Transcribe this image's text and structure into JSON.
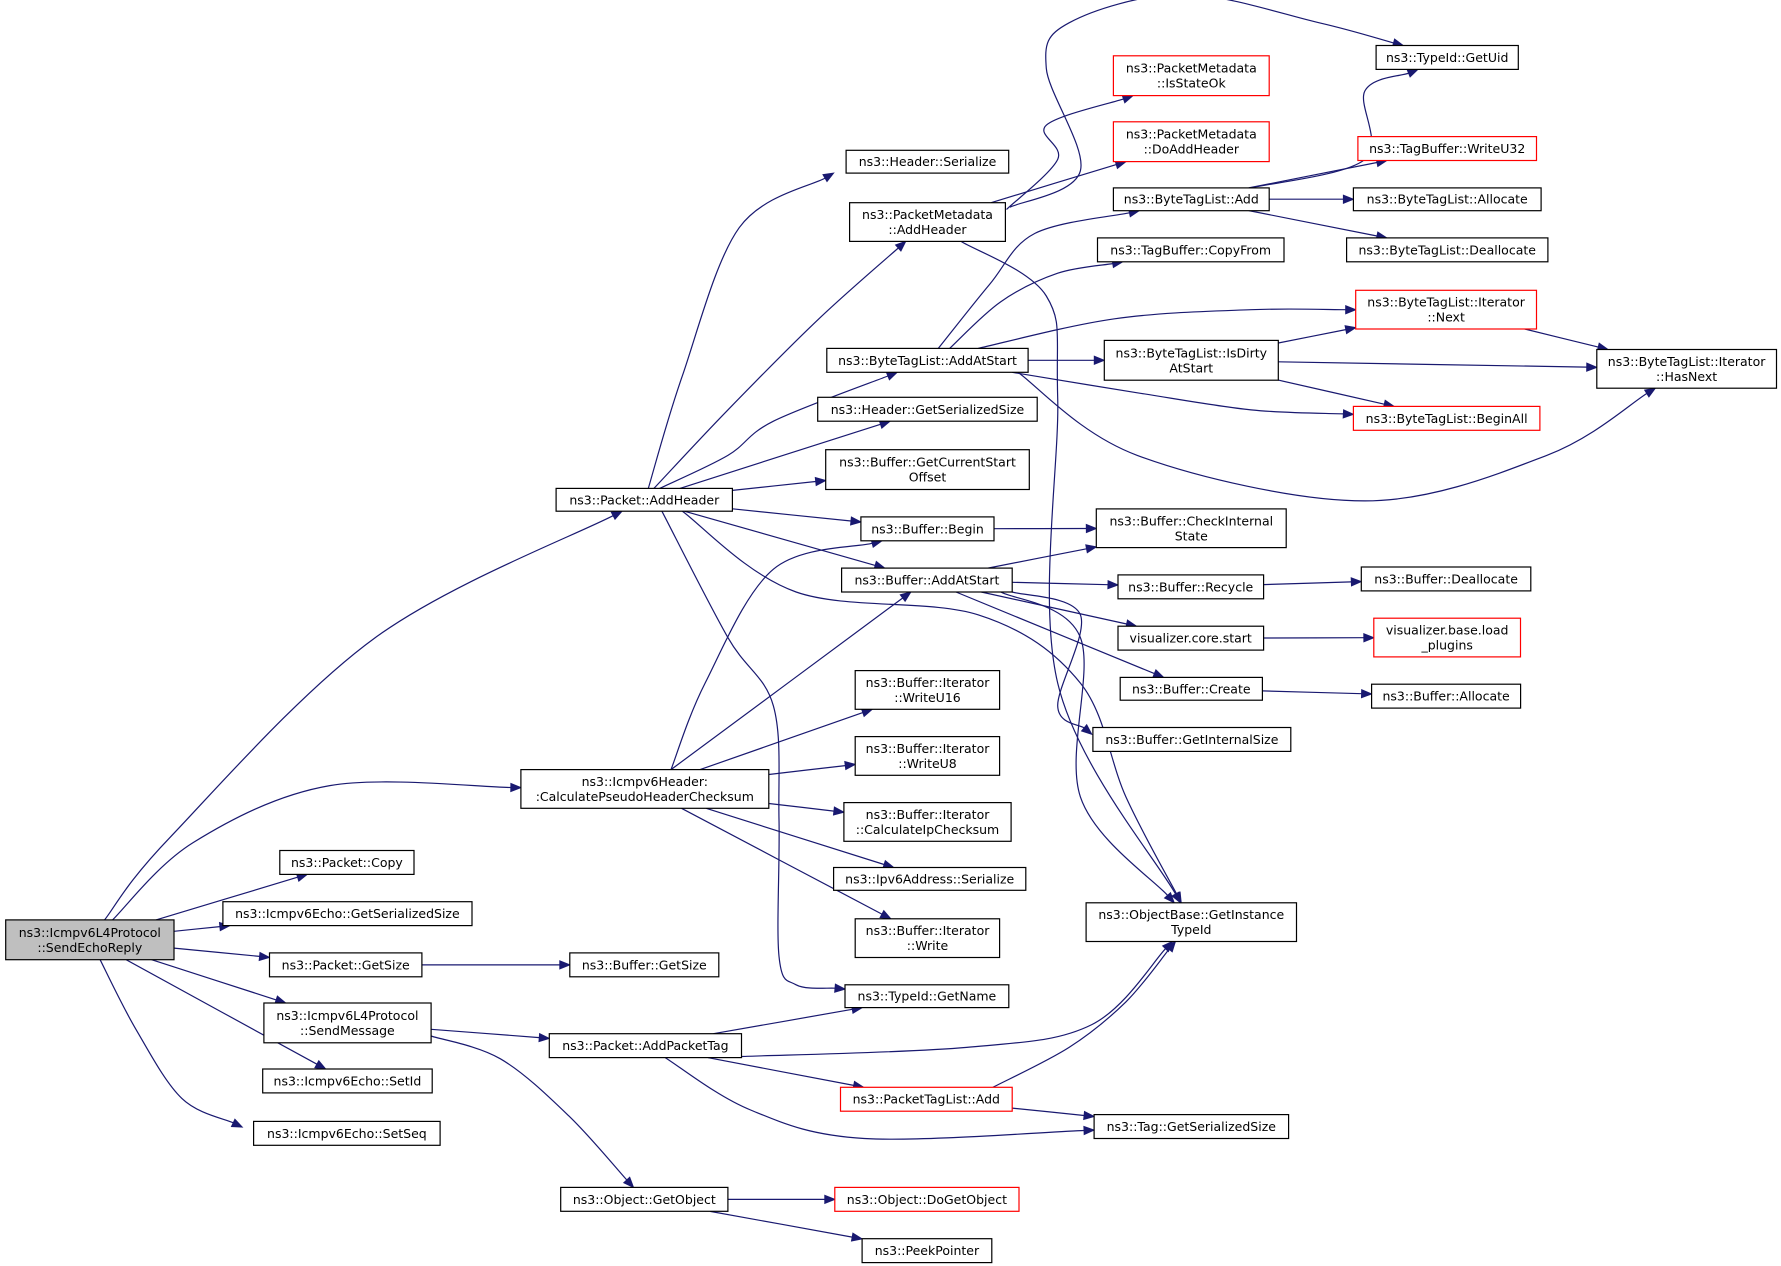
{
  "colors": {
    "root_fill": "#bfbfbf",
    "node_fill": "#ffffff",
    "border_normal": "#000000",
    "border_red": "#ff0000",
    "edge": "#191970"
  },
  "nodes": [
    {
      "id": "root",
      "lines": [
        "ns3::Icmpv6L4Protocol",
        "::SendEchoReply"
      ],
      "style": "root"
    },
    {
      "id": "packetAddHeader",
      "lines": [
        "ns3::Packet::AddHeader"
      ],
      "style": "normal"
    },
    {
      "id": "icmpHeaderCalc",
      "lines": [
        "ns3::Icmpv6Header:",
        ":CalculatePseudoHeaderChecksum"
      ],
      "style": "normal"
    },
    {
      "id": "packetCopy",
      "lines": [
        "ns3::Packet::Copy"
      ],
      "style": "normal"
    },
    {
      "id": "echoGetSerSize",
      "lines": [
        "ns3::Icmpv6Echo::GetSerializedSize"
      ],
      "style": "normal"
    },
    {
      "id": "packetGetSize",
      "lines": [
        "ns3::Packet::GetSize"
      ],
      "style": "normal"
    },
    {
      "id": "sendMessage",
      "lines": [
        "ns3::Icmpv6L4Protocol",
        "::SendMessage"
      ],
      "style": "normal"
    },
    {
      "id": "echoSetId",
      "lines": [
        "ns3::Icmpv6Echo::SetId"
      ],
      "style": "normal"
    },
    {
      "id": "echoSetSeq",
      "lines": [
        "ns3::Icmpv6Echo::SetSeq"
      ],
      "style": "normal"
    },
    {
      "id": "headerSerialize",
      "lines": [
        "ns3::Header::Serialize"
      ],
      "style": "normal"
    },
    {
      "id": "pmAddHeader",
      "lines": [
        "ns3::PacketMetadata",
        "::AddHeader"
      ],
      "style": "normal"
    },
    {
      "id": "btlAddAtStart",
      "lines": [
        "ns3::ByteTagList::AddAtStart"
      ],
      "style": "normal"
    },
    {
      "id": "headerGetSerSize",
      "lines": [
        "ns3::Header::GetSerializedSize"
      ],
      "style": "normal"
    },
    {
      "id": "bufGetCurStart",
      "lines": [
        "ns3::Buffer::GetCurrentStart",
        "Offset"
      ],
      "style": "normal"
    },
    {
      "id": "bufBegin",
      "lines": [
        "ns3::Buffer::Begin"
      ],
      "style": "normal"
    },
    {
      "id": "bufAddAtStart",
      "lines": [
        "ns3::Buffer::AddAtStart"
      ],
      "style": "normal"
    },
    {
      "id": "iterWriteU16",
      "lines": [
        "ns3::Buffer::Iterator",
        "::WriteU16"
      ],
      "style": "normal"
    },
    {
      "id": "iterWriteU8",
      "lines": [
        "ns3::Buffer::Iterator",
        "::WriteU8"
      ],
      "style": "normal"
    },
    {
      "id": "iterCalcIp",
      "lines": [
        "ns3::Buffer::Iterator",
        "::CalculateIpChecksum"
      ],
      "style": "normal"
    },
    {
      "id": "ipv6Serialize",
      "lines": [
        "ns3::Ipv6Address::Serialize"
      ],
      "style": "normal"
    },
    {
      "id": "iterWrite",
      "lines": [
        "ns3::Buffer::Iterator",
        "::Write"
      ],
      "style": "normal"
    },
    {
      "id": "typeIdGetName",
      "lines": [
        "ns3::TypeId::GetName"
      ],
      "style": "normal"
    },
    {
      "id": "bufGetSize",
      "lines": [
        "ns3::Buffer::GetSize"
      ],
      "style": "normal"
    },
    {
      "id": "packetAddPacketTag",
      "lines": [
        "ns3::Packet::AddPacketTag"
      ],
      "style": "normal"
    },
    {
      "id": "ptlAdd",
      "lines": [
        "ns3::PacketTagList::Add"
      ],
      "style": "red"
    },
    {
      "id": "objGetObject",
      "lines": [
        "ns3::Object::GetObject"
      ],
      "style": "normal"
    },
    {
      "id": "objDoGetObject",
      "lines": [
        "ns3::Object::DoGetObject"
      ],
      "style": "red"
    },
    {
      "id": "peekPointer",
      "lines": [
        "ns3::PeekPointer"
      ],
      "style": "normal"
    },
    {
      "id": "pmIsStateOk",
      "lines": [
        "ns3::PacketMetadata",
        "::IsStateOk"
      ],
      "style": "red"
    },
    {
      "id": "pmDoAddHeader",
      "lines": [
        "ns3::PacketMetadata",
        "::DoAddHeader"
      ],
      "style": "red"
    },
    {
      "id": "btlAdd",
      "lines": [
        "ns3::ByteTagList::Add"
      ],
      "style": "normal"
    },
    {
      "id": "tbCopyFrom",
      "lines": [
        "ns3::TagBuffer::CopyFrom"
      ],
      "style": "normal"
    },
    {
      "id": "btlIsDirty",
      "lines": [
        "ns3::ByteTagList::IsDirty",
        "AtStart"
      ],
      "style": "normal"
    },
    {
      "id": "bufCheckInternal",
      "lines": [
        "ns3::Buffer::CheckInternal",
        "State"
      ],
      "style": "normal"
    },
    {
      "id": "bufRecycle",
      "lines": [
        "ns3::Buffer::Recycle"
      ],
      "style": "normal"
    },
    {
      "id": "vizCoreStart",
      "lines": [
        "visualizer.core.start"
      ],
      "style": "normal"
    },
    {
      "id": "bufCreate",
      "lines": [
        "ns3::Buffer::Create"
      ],
      "style": "normal"
    },
    {
      "id": "bufGetInternalSize",
      "lines": [
        "ns3::Buffer::GetInternalSize"
      ],
      "style": "normal"
    },
    {
      "id": "objBaseGetInstTypeId",
      "lines": [
        "ns3::ObjectBase::GetInstance",
        "TypeId"
      ],
      "style": "normal"
    },
    {
      "id": "tagGetSerSize",
      "lines": [
        "ns3::Tag::GetSerializedSize"
      ],
      "style": "normal"
    },
    {
      "id": "typeIdGetUid",
      "lines": [
        "ns3::TypeId::GetUid"
      ],
      "style": "normal"
    },
    {
      "id": "tbWriteU32",
      "lines": [
        "ns3::TagBuffer::WriteU32"
      ],
      "style": "red"
    },
    {
      "id": "btlAllocate",
      "lines": [
        "ns3::ByteTagList::Allocate"
      ],
      "style": "normal"
    },
    {
      "id": "btlDeallocate",
      "lines": [
        "ns3::ByteTagList::Deallocate"
      ],
      "style": "normal"
    },
    {
      "id": "btlIterNext",
      "lines": [
        "ns3::ByteTagList::Iterator",
        "::Next"
      ],
      "style": "red"
    },
    {
      "id": "btlBeginAll",
      "lines": [
        "ns3::ByteTagList::BeginAll"
      ],
      "style": "red"
    },
    {
      "id": "btlIterHasNext",
      "lines": [
        "ns3::ByteTagList::Iterator",
        "::HasNext"
      ],
      "style": "normal"
    },
    {
      "id": "bufDeallocate",
      "lines": [
        "ns3::Buffer::Deallocate"
      ],
      "style": "normal"
    },
    {
      "id": "vizLoadPlugins",
      "lines": [
        "visualizer.base.load",
        "_plugins"
      ],
      "style": "red"
    },
    {
      "id": "bufAllocate",
      "lines": [
        "ns3::Buffer::Allocate"
      ],
      "style": "normal"
    }
  ],
  "edges": [
    [
      "root",
      "packetAddHeader"
    ],
    [
      "root",
      "icmpHeaderCalc"
    ],
    [
      "root",
      "packetCopy"
    ],
    [
      "root",
      "echoGetSerSize"
    ],
    [
      "root",
      "packetGetSize"
    ],
    [
      "root",
      "sendMessage"
    ],
    [
      "root",
      "echoSetId"
    ],
    [
      "root",
      "echoSetSeq"
    ],
    [
      "packetAddHeader",
      "headerSerialize"
    ],
    [
      "packetAddHeader",
      "pmAddHeader"
    ],
    [
      "packetAddHeader",
      "btlAddAtStart"
    ],
    [
      "packetAddHeader",
      "headerGetSerSize"
    ],
    [
      "packetAddHeader",
      "bufGetCurStart"
    ],
    [
      "packetAddHeader",
      "bufBegin"
    ],
    [
      "packetAddHeader",
      "bufAddAtStart"
    ],
    [
      "packetAddHeader",
      "typeIdGetName"
    ],
    [
      "packetAddHeader",
      "objBaseGetInstTypeId"
    ],
    [
      "icmpHeaderCalc",
      "bufBegin"
    ],
    [
      "icmpHeaderCalc",
      "bufAddAtStart"
    ],
    [
      "icmpHeaderCalc",
      "iterWriteU16"
    ],
    [
      "icmpHeaderCalc",
      "iterWriteU8"
    ],
    [
      "icmpHeaderCalc",
      "iterCalcIp"
    ],
    [
      "icmpHeaderCalc",
      "ipv6Serialize"
    ],
    [
      "icmpHeaderCalc",
      "iterWrite"
    ],
    [
      "packetGetSize",
      "bufGetSize"
    ],
    [
      "sendMessage",
      "packetAddPacketTag"
    ],
    [
      "sendMessage",
      "objGetObject"
    ],
    [
      "packetAddPacketTag",
      "typeIdGetName"
    ],
    [
      "packetAddPacketTag",
      "objBaseGetInstTypeId"
    ],
    [
      "packetAddPacketTag",
      "ptlAdd"
    ],
    [
      "packetAddPacketTag",
      "tagGetSerSize"
    ],
    [
      "ptlAdd",
      "objBaseGetInstTypeId"
    ],
    [
      "ptlAdd",
      "tagGetSerSize"
    ],
    [
      "objGetObject",
      "objDoGetObject"
    ],
    [
      "objGetObject",
      "peekPointer"
    ],
    [
      "pmAddHeader",
      "pmIsStateOk"
    ],
    [
      "pmAddHeader",
      "pmDoAddHeader"
    ],
    [
      "pmAddHeader",
      "typeIdGetUid"
    ],
    [
      "pmAddHeader",
      "objBaseGetInstTypeId"
    ],
    [
      "btlAddAtStart",
      "btlAdd"
    ],
    [
      "btlAddAtStart",
      "tbCopyFrom"
    ],
    [
      "btlAddAtStart",
      "btlIterNext"
    ],
    [
      "btlAddAtStart",
      "btlIsDirty"
    ],
    [
      "btlAddAtStart",
      "btlBeginAll"
    ],
    [
      "btlAddAtStart",
      "btlIterHasNext"
    ],
    [
      "btlAdd",
      "typeIdGetUid"
    ],
    [
      "btlAdd",
      "tbWriteU32"
    ],
    [
      "btlAdd",
      "btlAllocate"
    ],
    [
      "btlAdd",
      "btlDeallocate"
    ],
    [
      "btlIsDirty",
      "btlIterNext"
    ],
    [
      "btlIsDirty",
      "btlIterHasNext"
    ],
    [
      "btlIsDirty",
      "btlBeginAll"
    ],
    [
      "btlIterNext",
      "btlIterHasNext"
    ],
    [
      "bufBegin",
      "bufCheckInternal"
    ],
    [
      "bufAddAtStart",
      "bufCheckInternal"
    ],
    [
      "bufAddAtStart",
      "bufRecycle"
    ],
    [
      "bufAddAtStart",
      "vizCoreStart"
    ],
    [
      "bufAddAtStart",
      "bufCreate"
    ],
    [
      "bufAddAtStart",
      "bufGetInternalSize"
    ],
    [
      "bufAddAtStart",
      "objBaseGetInstTypeId"
    ],
    [
      "bufRecycle",
      "bufDeallocate"
    ],
    [
      "vizCoreStart",
      "vizLoadPlugins"
    ],
    [
      "bufCreate",
      "bufAllocate"
    ]
  ]
}
